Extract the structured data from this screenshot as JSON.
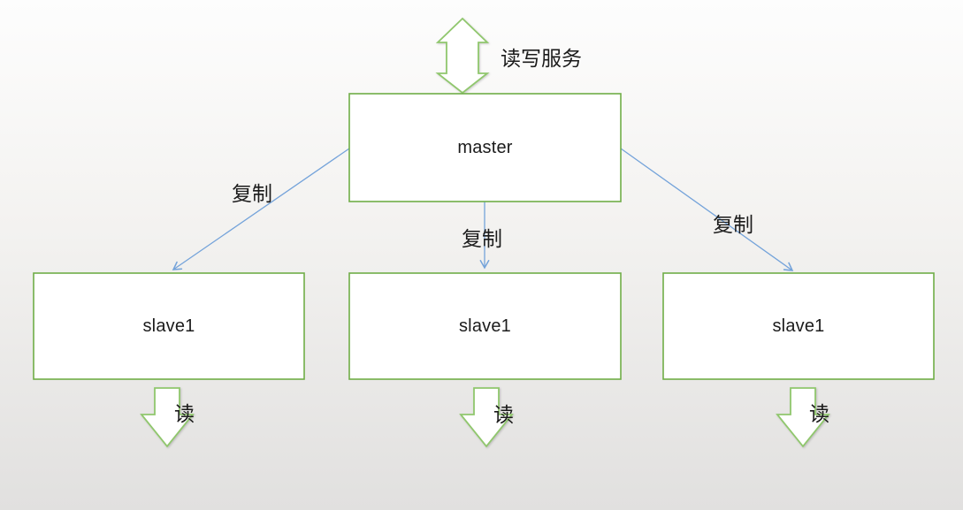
{
  "colors": {
    "green_box": "#70ad47",
    "green_arrow": "#90c76d",
    "blue_line": "#74a3da",
    "text": "#1b1b1b",
    "bg_top": "#fdfdfd",
    "bg_bottom": "#e1e0df"
  },
  "diagram": {
    "service_label": "读写服务",
    "master": {
      "label": "master"
    },
    "slaves": [
      {
        "label": "slave1",
        "replicate_label": "复制",
        "read_label": "读"
      },
      {
        "label": "slave1",
        "replicate_label": "复制",
        "read_label": "读"
      },
      {
        "label": "slave1",
        "replicate_label": "复制",
        "read_label": "读"
      }
    ]
  }
}
